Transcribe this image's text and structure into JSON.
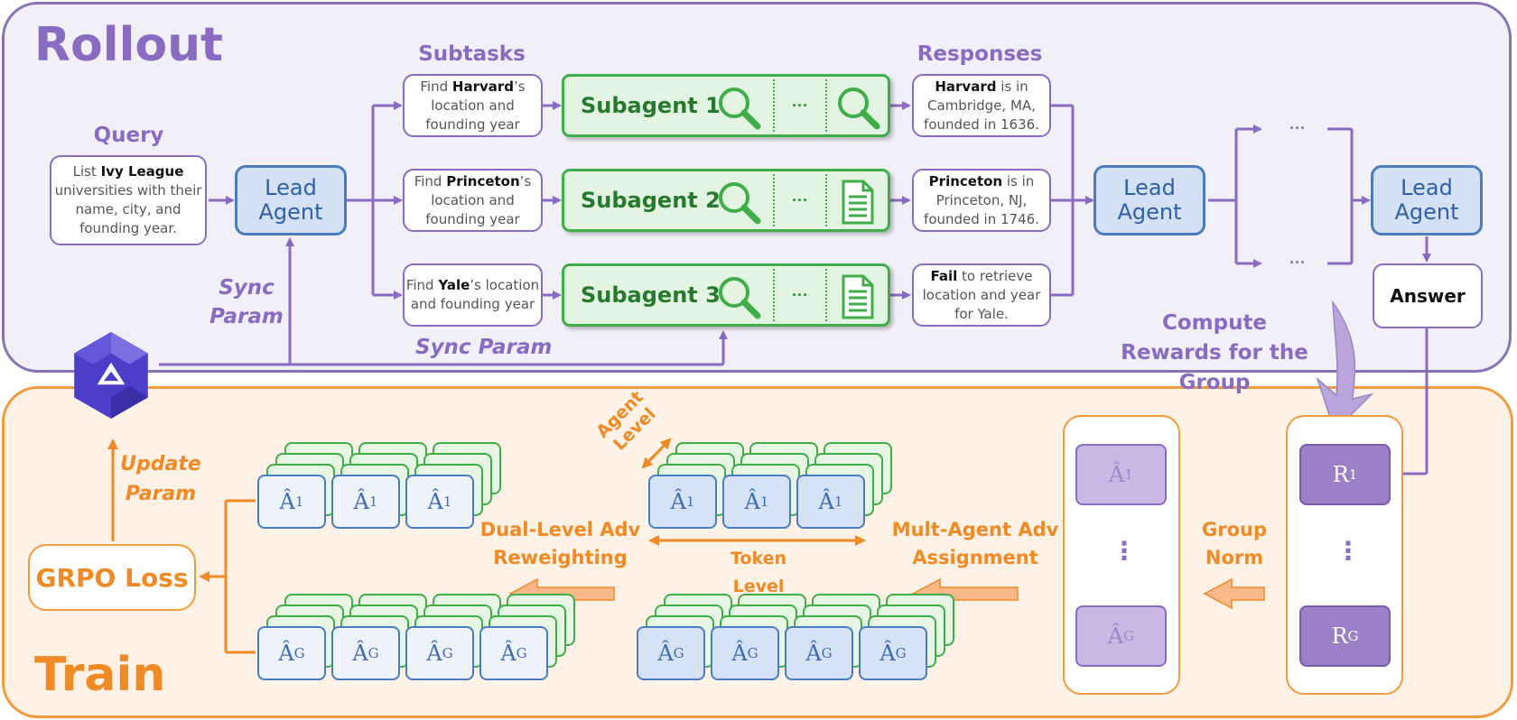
{
  "rollout": {
    "title": "Rollout",
    "query_heading": "Query",
    "query": {
      "prefix": "List ",
      "bold": "Ivy League",
      "rest": " universities with their name, city, and founding year."
    },
    "lead_agent_label": "Lead Agent",
    "subtasks_heading": "Subtasks",
    "responses_heading": "Responses",
    "subtasks": [
      {
        "prefix": "Find ",
        "bold": "Harvard",
        "rest": "’s location and founding year"
      },
      {
        "prefix": "Find ",
        "bold": "Princeton",
        "rest": "’s location and founding year"
      },
      {
        "prefix": "Find ",
        "bold": "Yale",
        "rest": "’s location and founding year"
      }
    ],
    "subagents": [
      {
        "label": "Subagent 1",
        "dots": "···",
        "tools": [
          "search-icon",
          "search-icon"
        ]
      },
      {
        "label": "Subagent 2",
        "dots": "···",
        "tools": [
          "search-icon",
          "document-icon"
        ]
      },
      {
        "label": "Subagent 3",
        "dots": "···",
        "tools": [
          "search-icon",
          "document-icon"
        ]
      }
    ],
    "responses": [
      {
        "key": "Harvard",
        "rest": " is in Cambridge, MA, founded in 1636.",
        "status_color": "#3fae49"
      },
      {
        "key": "Princeton",
        "rest": " is in Princeton, NJ, founded in 1746.",
        "status_color": "#3fae49"
      },
      {
        "key": "Fail",
        "rest": " to retrieve location and year for Yale.",
        "status_color": "#c00000"
      }
    ],
    "ellipsis_top": "···",
    "ellipsis_bottom": "···",
    "answer_label": "Answer",
    "sync_param_left": "Sync Param",
    "sync_param_bottom": "Sync Param",
    "compute_rewards": "Compute Rewards for the Group"
  },
  "train": {
    "title": "Train",
    "update_param": "Update Param",
    "grpo_loss": "GRPO Loss",
    "dual_level": "Dual-Level Adv Reweighting",
    "agent_level": "Agent Level",
    "token_level": "Token Level",
    "multi_agent": "Mult-Agent Adv Assignment",
    "group_norm": "Group Norm",
    "advantage_first": "Â",
    "sub_first": "1",
    "sub_last": "G",
    "reward_symbol": "R",
    "vertical_ellipsis": "⋮"
  },
  "colors": {
    "rollout_border": "#8a73b5",
    "rollout_bg": "#f1eff7",
    "train_border": "#f39a3c",
    "train_bg": "#fef1e6",
    "lead_agent_fill": "#d4e1f5",
    "subagent_fill": "#e4f4e2",
    "reward_fill": "#9b7fc7"
  },
  "logo": "qwen-logo"
}
